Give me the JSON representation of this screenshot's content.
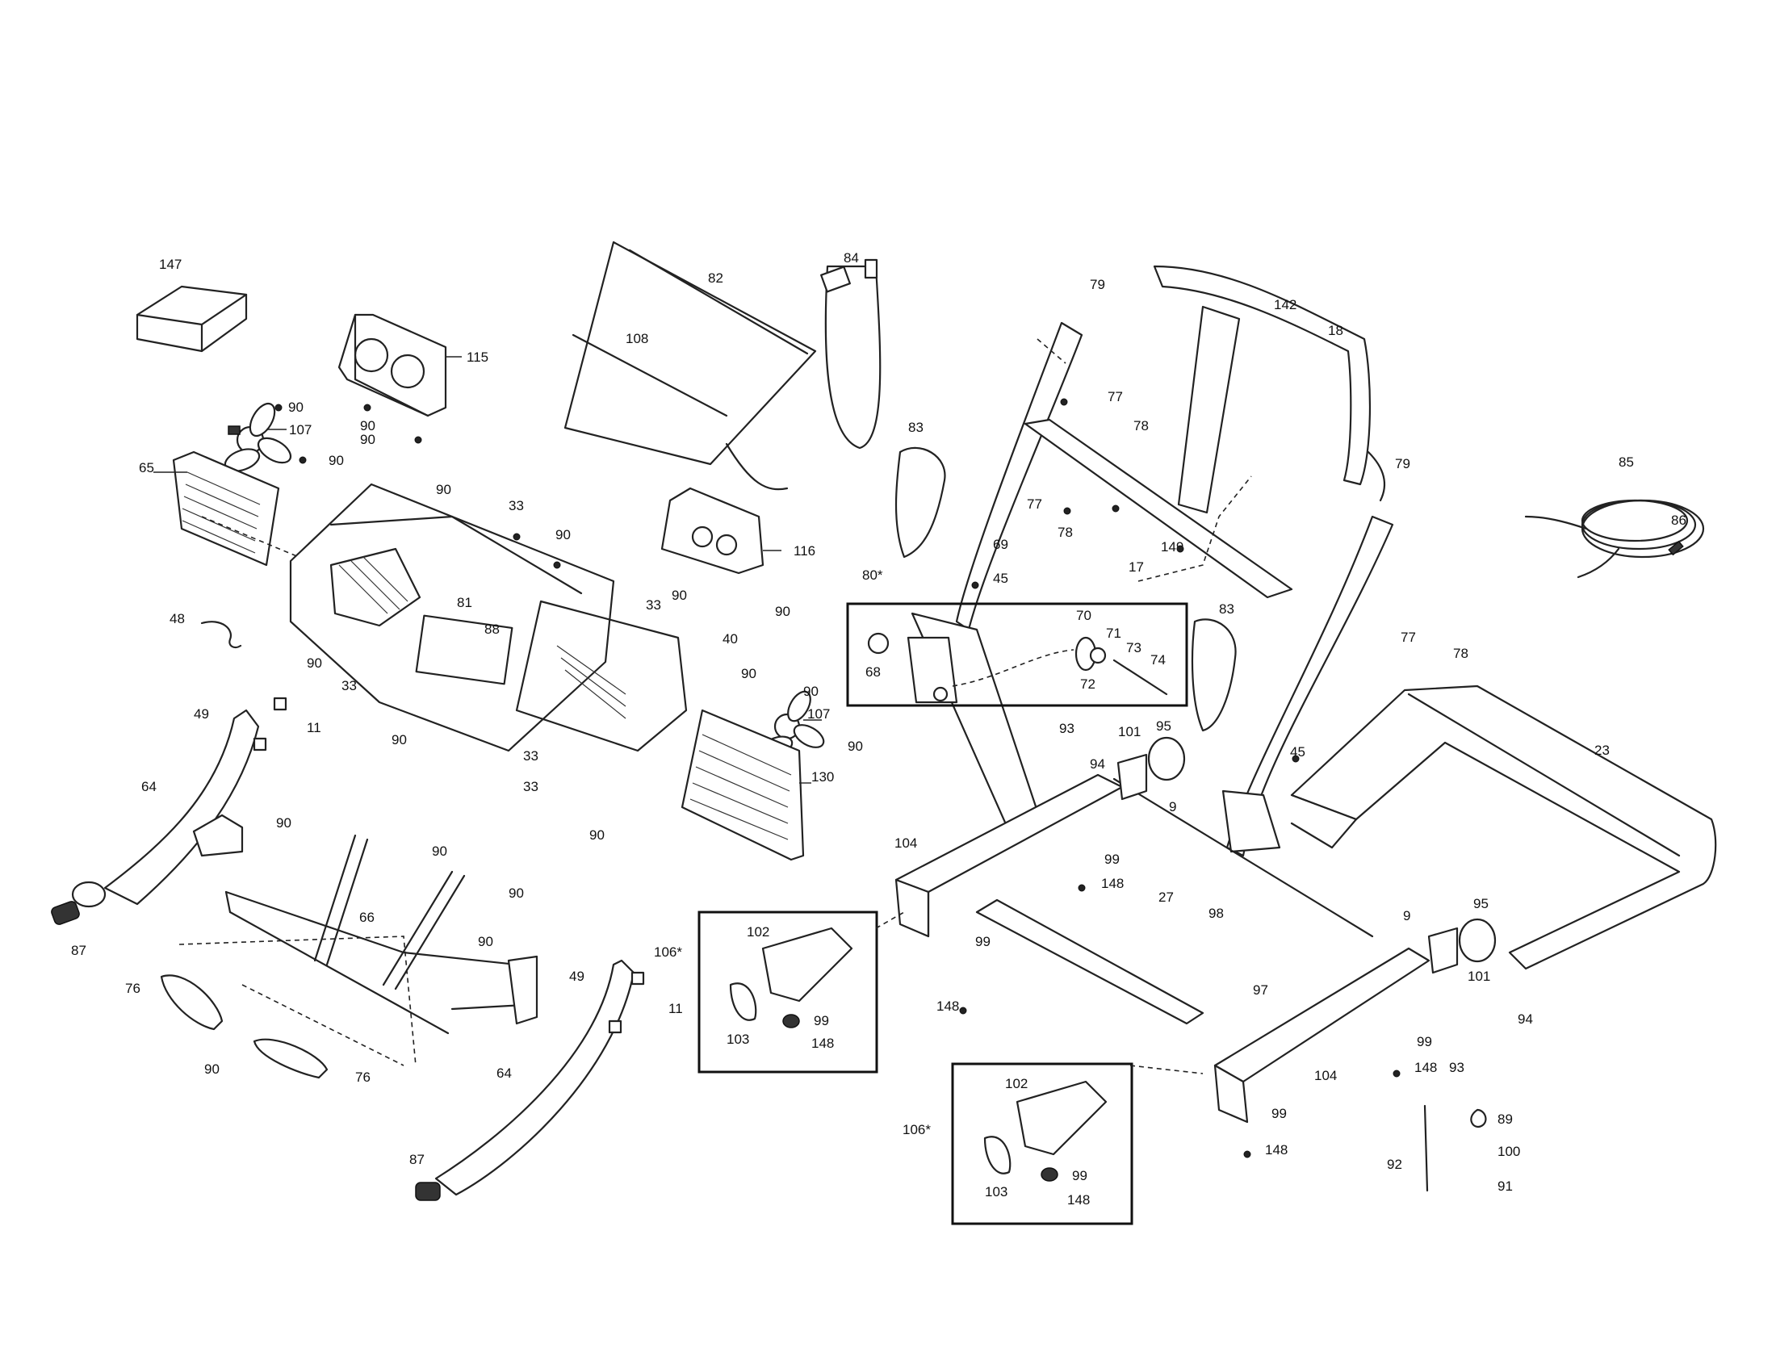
{
  "callouts": [
    {
      "label": "147"
    },
    {
      "label": "115"
    },
    {
      "label": "90"
    },
    {
      "label": "107"
    },
    {
      "label": "90"
    },
    {
      "label": "90"
    },
    {
      "label": "90"
    },
    {
      "label": "65"
    },
    {
      "label": "90"
    },
    {
      "label": "33"
    },
    {
      "label": "90"
    },
    {
      "label": "81"
    },
    {
      "label": "88"
    },
    {
      "label": "33"
    },
    {
      "label": "90"
    },
    {
      "label": "33"
    },
    {
      "label": "48"
    },
    {
      "label": "90"
    },
    {
      "label": "33"
    },
    {
      "label": "82"
    },
    {
      "label": "108"
    },
    {
      "label": "84"
    },
    {
      "label": "116"
    },
    {
      "label": "90"
    },
    {
      "label": "90"
    },
    {
      "label": "40"
    },
    {
      "label": "90"
    },
    {
      "label": "90"
    },
    {
      "label": "107"
    },
    {
      "label": "90"
    },
    {
      "label": "130"
    },
    {
      "label": "90"
    },
    {
      "label": "33"
    },
    {
      "label": "49"
    },
    {
      "label": "11"
    },
    {
      "label": "64"
    },
    {
      "label": "87"
    },
    {
      "label": "90"
    },
    {
      "label": "90"
    },
    {
      "label": "90"
    },
    {
      "label": "66"
    },
    {
      "label": "90"
    },
    {
      "label": "76"
    },
    {
      "label": "90"
    },
    {
      "label": "76"
    },
    {
      "label": "49"
    },
    {
      "label": "11"
    },
    {
      "label": "64"
    },
    {
      "label": "87"
    },
    {
      "label": "79"
    },
    {
      "label": "142"
    },
    {
      "label": "18"
    },
    {
      "label": "77"
    },
    {
      "label": "78"
    },
    {
      "label": "83"
    },
    {
      "label": "77"
    },
    {
      "label": "78"
    },
    {
      "label": "17"
    },
    {
      "label": "149"
    },
    {
      "label": "69"
    },
    {
      "label": "45"
    },
    {
      "label": "80*"
    },
    {
      "label": "70"
    },
    {
      "label": "71"
    },
    {
      "label": "73"
    },
    {
      "label": "74"
    },
    {
      "label": "72"
    },
    {
      "label": "68"
    },
    {
      "label": "79"
    },
    {
      "label": "85"
    },
    {
      "label": "86"
    },
    {
      "label": "77"
    },
    {
      "label": "78"
    },
    {
      "label": "83"
    },
    {
      "label": "93"
    },
    {
      "label": "101"
    },
    {
      "label": "95"
    },
    {
      "label": "94"
    },
    {
      "label": "9"
    },
    {
      "label": "45"
    },
    {
      "label": "23"
    },
    {
      "label": "104"
    },
    {
      "label": "99"
    },
    {
      "label": "148"
    },
    {
      "label": "27"
    },
    {
      "label": "98"
    },
    {
      "label": "97"
    },
    {
      "label": "99"
    },
    {
      "label": "148"
    },
    {
      "label": "106*"
    },
    {
      "label": "102"
    },
    {
      "label": "103"
    },
    {
      "label": "99"
    },
    {
      "label": "148"
    },
    {
      "label": "9"
    },
    {
      "label": "95"
    },
    {
      "label": "101"
    },
    {
      "label": "94"
    },
    {
      "label": "99"
    },
    {
      "label": "148"
    },
    {
      "label": "93"
    },
    {
      "label": "104"
    },
    {
      "label": "99"
    },
    {
      "label": "148"
    },
    {
      "label": "106*"
    },
    {
      "label": "102"
    },
    {
      "label": "103"
    },
    {
      "label": "99"
    },
    {
      "label": "148"
    },
    {
      "label": "89"
    },
    {
      "label": "100"
    },
    {
      "label": "92"
    },
    {
      "label": "91"
    }
  ]
}
